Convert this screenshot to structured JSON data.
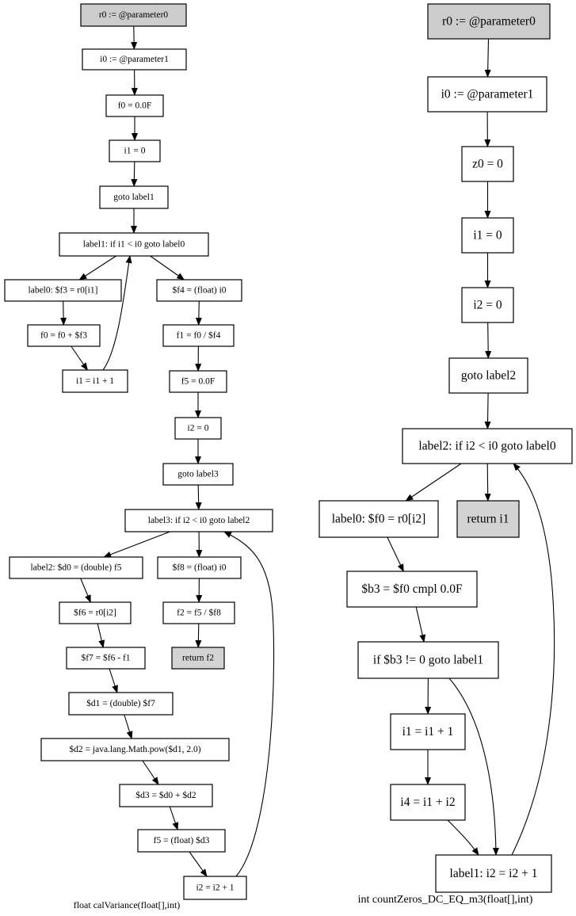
{
  "graphs": [
    {
      "id": "left",
      "caption": "float calVariance(float[],int)",
      "nodes": [
        {
          "id": "L0",
          "label": "r0 := @parameter0",
          "fill": "#cccccc"
        },
        {
          "id": "L1",
          "label": "i0 := @parameter1",
          "fill": "#ffffff"
        },
        {
          "id": "L2",
          "label": "f0 = 0.0F",
          "fill": "#ffffff"
        },
        {
          "id": "L3",
          "label": "i1 = 0",
          "fill": "#ffffff"
        },
        {
          "id": "L4",
          "label": "goto label1",
          "fill": "#ffffff"
        },
        {
          "id": "L5",
          "label": "label1: if i1 < i0 goto label0",
          "fill": "#ffffff"
        },
        {
          "id": "L6",
          "label": "label0: $f3 = r0[i1]",
          "fill": "#ffffff"
        },
        {
          "id": "L7",
          "label": "$f4 = (float) i0",
          "fill": "#ffffff"
        },
        {
          "id": "L8",
          "label": "f0 = f0 + $f3",
          "fill": "#ffffff"
        },
        {
          "id": "L9",
          "label": "f1 = f0 / $f4",
          "fill": "#ffffff"
        },
        {
          "id": "L10",
          "label": "i1 = i1 + 1",
          "fill": "#ffffff"
        },
        {
          "id": "L11",
          "label": "f5 = 0.0F",
          "fill": "#ffffff"
        },
        {
          "id": "L12",
          "label": "i2 = 0",
          "fill": "#ffffff"
        },
        {
          "id": "L13",
          "label": "goto label3",
          "fill": "#ffffff"
        },
        {
          "id": "L14",
          "label": "label3: if i2 < i0 goto label2",
          "fill": "#ffffff"
        },
        {
          "id": "L15",
          "label": "label2: $d0 = (double) f5",
          "fill": "#ffffff"
        },
        {
          "id": "L16",
          "label": "$f8 = (float) i0",
          "fill": "#ffffff"
        },
        {
          "id": "L17",
          "label": "$f6 = r0[i2]",
          "fill": "#ffffff"
        },
        {
          "id": "L18",
          "label": "f2 = f5 / $f8",
          "fill": "#ffffff"
        },
        {
          "id": "L19",
          "label": "$f7 = $f6 - f1",
          "fill": "#ffffff"
        },
        {
          "id": "L20",
          "label": "return f2",
          "fill": "#d3d3d3"
        },
        {
          "id": "L21",
          "label": "$d1 = (double) $f7",
          "fill": "#ffffff"
        },
        {
          "id": "L22",
          "label": "$d2 = java.lang.Math.pow($d1, 2.0)",
          "fill": "#ffffff"
        },
        {
          "id": "L23",
          "label": "$d3 = $d0 + $d2",
          "fill": "#ffffff"
        },
        {
          "id": "L24",
          "label": "f5 = (float) $d3",
          "fill": "#ffffff"
        },
        {
          "id": "L25",
          "label": "i2 = i2 + 1",
          "fill": "#ffffff"
        }
      ],
      "edges": [
        [
          "L0",
          "L1"
        ],
        [
          "L1",
          "L2"
        ],
        [
          "L2",
          "L3"
        ],
        [
          "L3",
          "L4"
        ],
        [
          "L4",
          "L5"
        ],
        [
          "L5",
          "L6"
        ],
        [
          "L5",
          "L7"
        ],
        [
          "L6",
          "L8"
        ],
        [
          "L8",
          "L10"
        ],
        [
          "L10",
          "L5"
        ],
        [
          "L7",
          "L9"
        ],
        [
          "L9",
          "L11"
        ],
        [
          "L11",
          "L12"
        ],
        [
          "L12",
          "L13"
        ],
        [
          "L13",
          "L14"
        ],
        [
          "L14",
          "L15"
        ],
        [
          "L14",
          "L16"
        ],
        [
          "L15",
          "L17"
        ],
        [
          "L17",
          "L19"
        ],
        [
          "L19",
          "L21"
        ],
        [
          "L21",
          "L22"
        ],
        [
          "L22",
          "L23"
        ],
        [
          "L23",
          "L24"
        ],
        [
          "L24",
          "L25"
        ],
        [
          "L25",
          "L14"
        ],
        [
          "L16",
          "L18"
        ],
        [
          "L18",
          "L20"
        ]
      ]
    },
    {
      "id": "right",
      "caption": "int countZeros_DC_EQ_m3(float[],int)",
      "nodes": [
        {
          "id": "R0",
          "label": "r0 := @parameter0",
          "fill": "#cccccc"
        },
        {
          "id": "R1",
          "label": "i0 := @parameter1",
          "fill": "#ffffff"
        },
        {
          "id": "R2",
          "label": "z0 = 0",
          "fill": "#ffffff"
        },
        {
          "id": "R3",
          "label": "i1 = 0",
          "fill": "#ffffff"
        },
        {
          "id": "R4",
          "label": "i2 = 0",
          "fill": "#ffffff"
        },
        {
          "id": "R5",
          "label": "goto label2",
          "fill": "#ffffff"
        },
        {
          "id": "R6",
          "label": "label2: if i2 < i0 goto label0",
          "fill": "#ffffff"
        },
        {
          "id": "R7",
          "label": "label0: $f0 = r0[i2]",
          "fill": "#ffffff"
        },
        {
          "id": "R8",
          "label": "return i1",
          "fill": "#d3d3d3"
        },
        {
          "id": "R9",
          "label": "$b3 = $f0 cmpl 0.0F",
          "fill": "#ffffff"
        },
        {
          "id": "R10",
          "label": "if $b3 != 0 goto label1",
          "fill": "#ffffff"
        },
        {
          "id": "R11",
          "label": "i1 = i1 + 1",
          "fill": "#ffffff"
        },
        {
          "id": "R12",
          "label": "i4 = i1 + i2",
          "fill": "#ffffff"
        },
        {
          "id": "R13",
          "label": "label1: i2 = i2 + 1",
          "fill": "#ffffff"
        }
      ],
      "edges": [
        [
          "R0",
          "R1"
        ],
        [
          "R1",
          "R2"
        ],
        [
          "R2",
          "R3"
        ],
        [
          "R3",
          "R4"
        ],
        [
          "R4",
          "R5"
        ],
        [
          "R5",
          "R6"
        ],
        [
          "R6",
          "R7"
        ],
        [
          "R6",
          "R8"
        ],
        [
          "R7",
          "R9"
        ],
        [
          "R9",
          "R10"
        ],
        [
          "R10",
          "R11"
        ],
        [
          "R10",
          "R13"
        ],
        [
          "R11",
          "R12"
        ],
        [
          "R12",
          "R13"
        ],
        [
          "R13",
          "R6"
        ]
      ]
    }
  ]
}
